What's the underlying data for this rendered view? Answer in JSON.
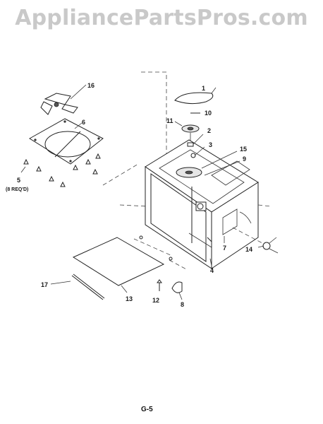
{
  "watermark": "AppliancePartsPros.com",
  "page_label": "G-5",
  "callouts": {
    "c1": "1",
    "c2": "2",
    "c3": "3",
    "c4": "4",
    "c5": "5",
    "c5_note": "(8 REQ'D)",
    "c6": "6",
    "c7": "7",
    "c8": "8",
    "c9": "9",
    "c10": "10",
    "c11": "11",
    "c12": "12",
    "c13": "13",
    "c14": "14",
    "c15": "15",
    "c16": "16",
    "c17": "17"
  }
}
